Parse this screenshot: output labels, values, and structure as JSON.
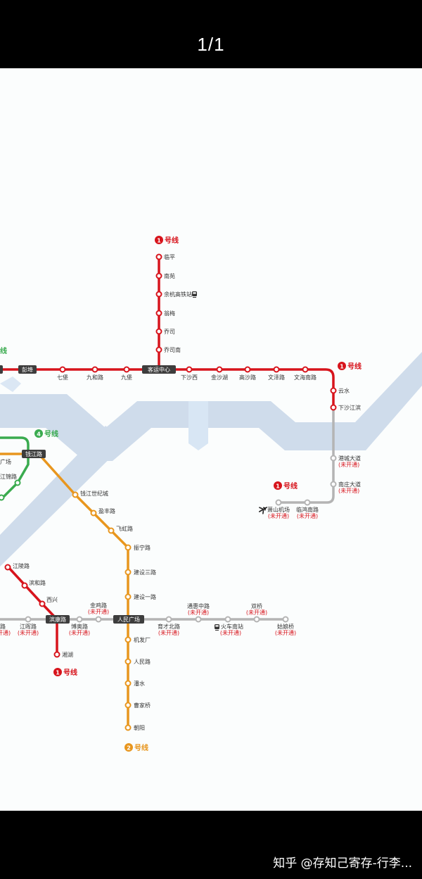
{
  "viewer": {
    "page_counter": "1/1"
  },
  "watermark": "知乎 @存知己寄存-行李...",
  "colors": {
    "line1": "#d7141c",
    "line2": "#e8961e",
    "line4": "#3aab4f",
    "planned": "#b4b4b4",
    "river": "#cfdceb",
    "label_box": "#3d3d3d"
  },
  "icons": {
    "airport": "airplane-icon",
    "rail": "train-icon"
  },
  "line_labels": [
    {
      "num": "1",
      "text": "号线",
      "line": "line1"
    },
    {
      "num": "1",
      "text": "号线",
      "line": "line1"
    },
    {
      "num": "4",
      "text": "号线",
      "line": "line4"
    },
    {
      "num": "1",
      "text": "号线",
      "line": "line1"
    },
    {
      "num": "1",
      "text": "号线",
      "line": "line1"
    },
    {
      "num": "2",
      "text": "号线",
      "line": "line2"
    }
  ],
  "edge_fragments": [
    "线",
    "广场",
    "江锦路",
    "路",
    "江陵路",
    "滨和路",
    "西兴"
  ],
  "stations": {
    "linping": "临平",
    "nanyuan": "南苑",
    "yuhang_hsr": "余杭高铁站",
    "wengmei": "翁梅",
    "qiaosi": "乔司",
    "qiaosinan": "乔司南",
    "pengbu": "彭埠",
    "qibao": "七堡",
    "jiuhelu": "九和路",
    "jiubao": "九堡",
    "keyun": "客运中心",
    "xiashaxi": "下沙西",
    "jinshahu": "金沙湖",
    "gaosha": "高沙路",
    "wenze": "文泽路",
    "wenhainan": "文海南路",
    "yunshui": "云水",
    "xiashajiangbin": "下沙江滨",
    "gangcheng": "港城大道",
    "nanzhuang": "南庄大道",
    "xiaoshan_airport": "萧山机场",
    "linhong": "临鸿南路",
    "qianjianglu": "钱江路",
    "qianjiang_century": "钱江世纪城",
    "yingfeng": "盈丰路",
    "feihong": "飞虹路",
    "zhenning": "振宁路",
    "jianshe3": "建设三路",
    "jianshe1": "建设一路",
    "binkang": "滨康路",
    "xianghu": "湘湖",
    "jiangchun": "江晖路",
    "boao": "博奥路",
    "jinji": "金鸡路",
    "renmin_sq": "人民广场",
    "yucai_n": "育才北路",
    "tonghui": "通惠中路",
    "train_south": "火车南站",
    "shuangqiao": "双桥",
    "guniangqiao": "姑娘桥",
    "jifachang": "机发厂",
    "renminlu": "人民路",
    "panshui": "潘水",
    "caojiaqiao": "曹家桥",
    "chaoyang": "朝阳"
  },
  "not_open": "(未开通)"
}
